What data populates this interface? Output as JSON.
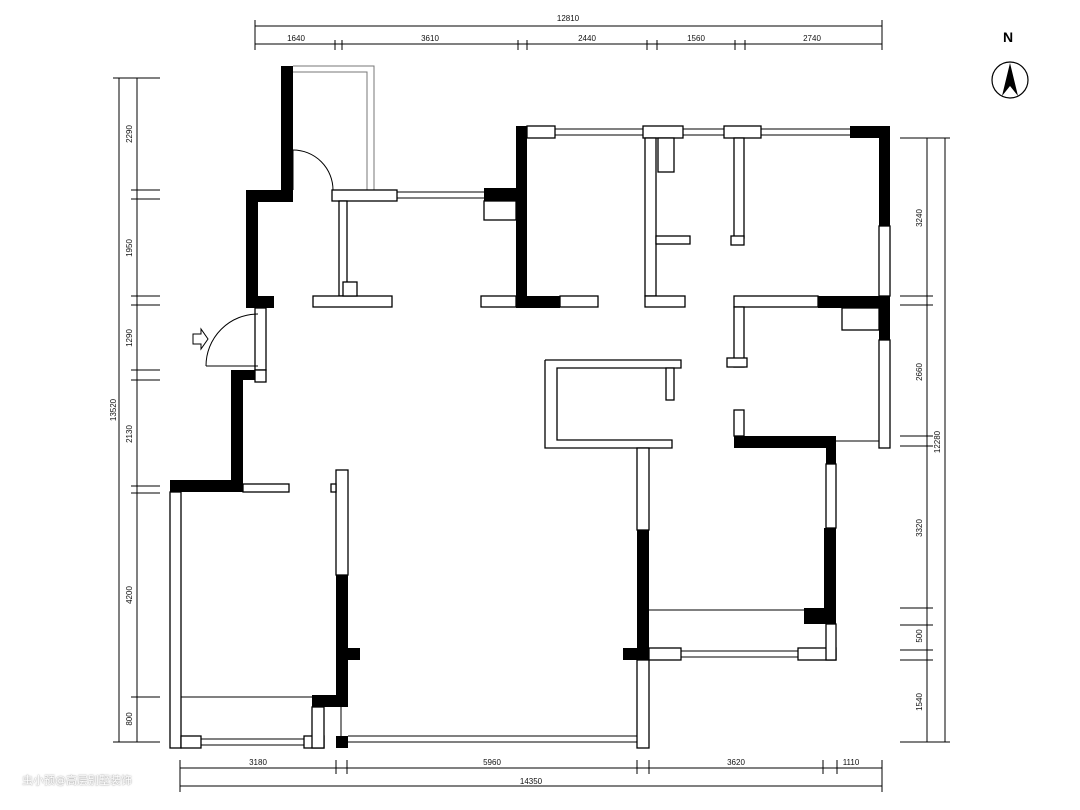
{
  "dimensions": {
    "top_total": "12810",
    "top_segments": [
      "1640",
      "3610",
      "2440",
      "1560",
      "2740"
    ],
    "left_total": "13520",
    "left_segments": [
      "2290",
      "1950",
      "1290",
      "2130",
      "4200",
      "800"
    ],
    "right_total": "12280",
    "right_segments": [
      "3240",
      "2660",
      "3320",
      "500",
      "1540"
    ],
    "bottom_total": "14350",
    "bottom_segments": [
      "3180",
      "5960",
      "3620",
      "1110"
    ]
  },
  "compass": {
    "label": "N"
  },
  "watermark": "虫小预@高层别墅装饰"
}
